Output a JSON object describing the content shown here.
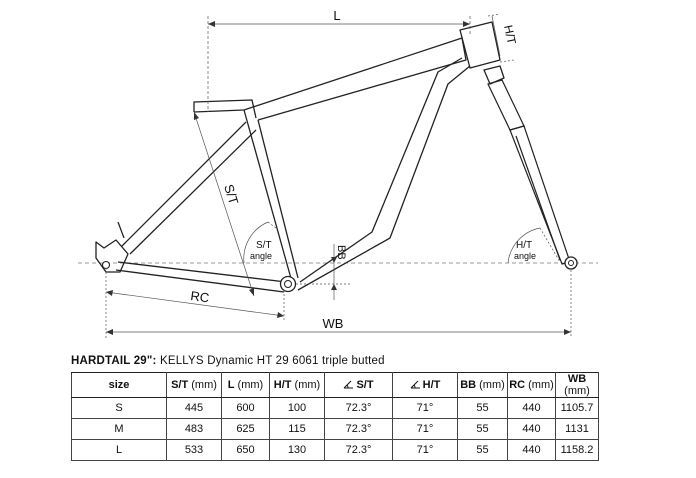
{
  "diagram": {
    "labels": {
      "length": "L",
      "head_tube": "H/T",
      "seat_tube": "S/T",
      "seat_angle_top": "S/T",
      "seat_angle_bottom": "angle",
      "head_angle_top": "H/T",
      "head_angle_bottom": "angle",
      "bb_drop": "BB",
      "reach": "RC",
      "wheelbase": "WB"
    }
  },
  "caption": {
    "model": "HARDTAIL 29\":",
    "description": " KELLYS Dynamic HT 29 6061 triple butted"
  },
  "table": {
    "headers": [
      {
        "main": "size",
        "unit": ""
      },
      {
        "main": "S/T",
        "unit": " (mm)"
      },
      {
        "main": "L",
        "unit": " (mm)"
      },
      {
        "main": "H/T",
        "unit": " (mm)"
      },
      {
        "main": "S/T",
        "unit": ""
      },
      {
        "main": "H/T",
        "unit": ""
      },
      {
        "main": "BB",
        "unit": " (mm)"
      },
      {
        "main": "RC",
        "unit": " (mm)"
      },
      {
        "main": "WB",
        "unit": " (mm)"
      }
    ],
    "rows": [
      [
        "S",
        "445",
        "600",
        "100",
        "72.3°",
        "71°",
        "55",
        "440",
        "1105.7"
      ],
      [
        "M",
        "483",
        "625",
        "115",
        "72.3°",
        "71°",
        "55",
        "440",
        "1131"
      ],
      [
        "L",
        "533",
        "650",
        "130",
        "72.3°",
        "71°",
        "55",
        "440",
        "1158.2"
      ]
    ]
  }
}
